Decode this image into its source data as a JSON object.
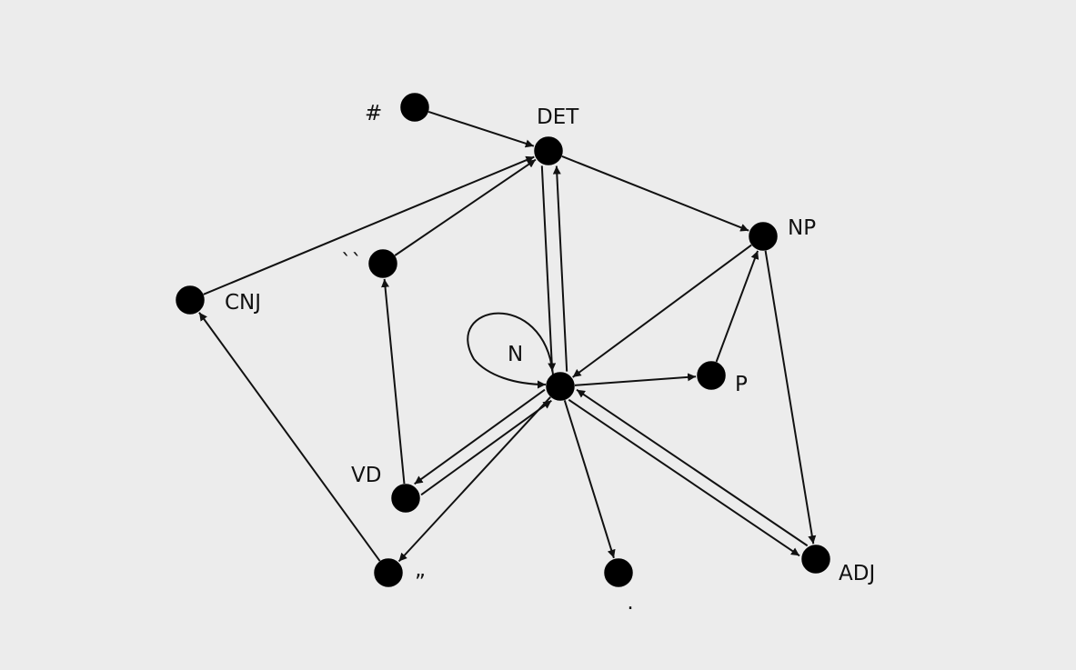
{
  "diagram": {
    "nodes": [
      {
        "id": "hash",
        "label": "#"
      },
      {
        "id": "det",
        "label": "DET"
      },
      {
        "id": "np",
        "label": "NP"
      },
      {
        "id": "cnj",
        "label": "CNJ"
      },
      {
        "id": "open_quote",
        "label": "``"
      },
      {
        "id": "n",
        "label": "N"
      },
      {
        "id": "p",
        "label": "P"
      },
      {
        "id": "vd",
        "label": "VD"
      },
      {
        "id": "close_quote",
        "label": "”"
      },
      {
        "id": "dot",
        "label": "."
      },
      {
        "id": "adj",
        "label": "ADJ"
      }
    ],
    "edges": [
      {
        "from": "hash",
        "to": "det"
      },
      {
        "from": "det",
        "to": "np"
      },
      {
        "from": "det",
        "to": "n"
      },
      {
        "from": "n",
        "to": "det"
      },
      {
        "from": "cnj",
        "to": "det"
      },
      {
        "from": "open_quote",
        "to": "det"
      },
      {
        "from": "np",
        "to": "n"
      },
      {
        "from": "np",
        "to": "adj"
      },
      {
        "from": "p",
        "to": "np"
      },
      {
        "from": "n",
        "to": "p"
      },
      {
        "from": "n",
        "to": "n"
      },
      {
        "from": "n",
        "to": "vd"
      },
      {
        "from": "vd",
        "to": "n"
      },
      {
        "from": "vd",
        "to": "open_quote"
      },
      {
        "from": "n",
        "to": "close_quote"
      },
      {
        "from": "close_quote",
        "to": "cnj"
      },
      {
        "from": "n",
        "to": "dot"
      },
      {
        "from": "n",
        "to": "adj"
      },
      {
        "from": "adj",
        "to": "n"
      }
    ]
  }
}
